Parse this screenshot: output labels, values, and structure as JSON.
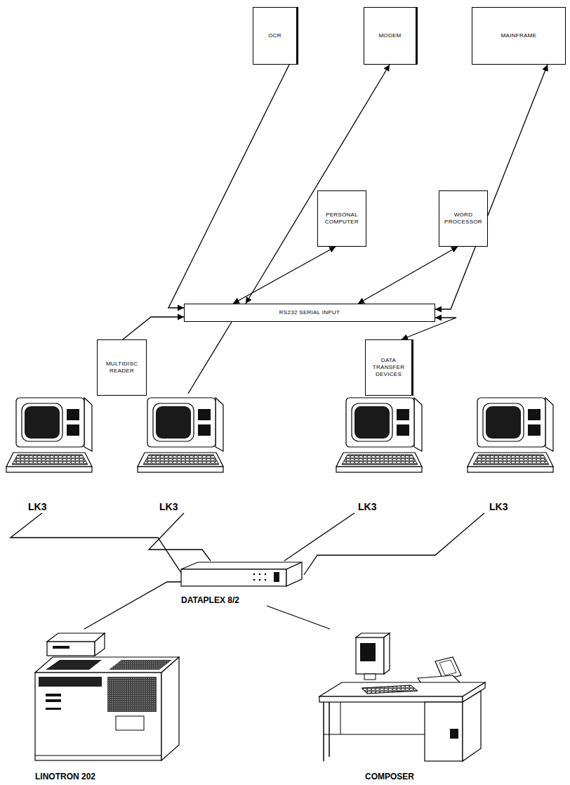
{
  "diagram": {
    "nodes": [
      {
        "text": [
          "OCR"
        ]
      },
      {
        "text": [
          "MODEM"
        ]
      },
      {
        "text": [
          "MAINFRAME"
        ]
      },
      {
        "text": [
          "PERSONAL COMPUTER"
        ]
      },
      {
        "text": [
          "WORD PROCESSOR"
        ]
      },
      {
        "text": [
          "RS232 SERIAL INPUT"
        ]
      },
      {
        "text": [
          "MULTIDISC READER"
        ]
      },
      {
        "text": [
          "DATA TRANSFER DEVICES"
        ]
      },
      {
        "text": [
          "LK3"
        ]
      },
      {
        "text": [
          "LK3"
        ]
      },
      {
        "text": [
          "LK3"
        ]
      },
      {
        "text": [
          "LK3"
        ]
      },
      {
        "text": [
          "DATAPLEX 8/2"
        ]
      },
      {
        "text": [
          "LINOTRON 202"
        ]
      },
      {
        "text": [
          "COMPOSER"
        ]
      }
    ],
    "edges": [
      {
        "from": 0,
        "to": 5,
        "arrow": "to"
      },
      {
        "from": 1,
        "to": 5,
        "arrow": "both"
      },
      {
        "from": 2,
        "to": 5,
        "arrow": "both"
      },
      {
        "from": 3,
        "to": 5,
        "arrow": "both"
      },
      {
        "from": 4,
        "to": 5,
        "arrow": "both"
      },
      {
        "from": 6,
        "to": 5,
        "arrow": "to"
      },
      {
        "from": 5,
        "to": 7,
        "arrow": "both"
      },
      {
        "from": 5,
        "to": 9,
        "arrow": "none"
      },
      {
        "from": 8,
        "to": 12,
        "arrow": "none"
      },
      {
        "from": 9,
        "to": 12,
        "arrow": "none"
      },
      {
        "from": 10,
        "to": 12,
        "arrow": "none"
      },
      {
        "from": 11,
        "to": 12,
        "arrow": "none"
      },
      {
        "from": 12,
        "to": 13,
        "arrow": "none"
      },
      {
        "from": 12,
        "to": 14,
        "arrow": "none"
      }
    ]
  }
}
